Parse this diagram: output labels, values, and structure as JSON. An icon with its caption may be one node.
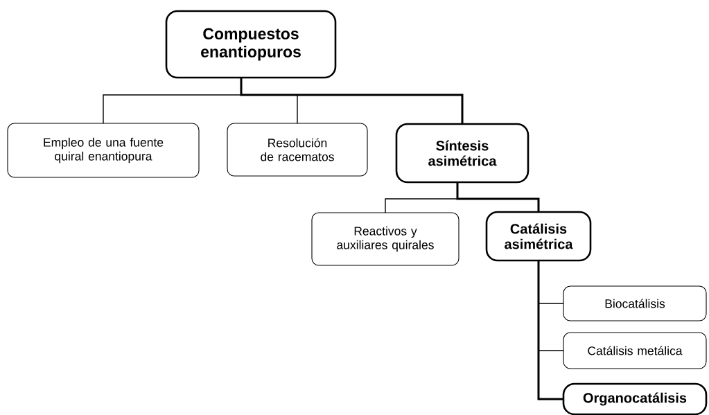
{
  "diagram": {
    "nodes": [
      {
        "text": [
          "Compuestos enantiopuros"
        ]
      },
      {
        "text": [
          "Empleo de una fuente quiral enantiopura"
        ]
      },
      {
        "text": [
          "Resolución de racematos"
        ]
      },
      {
        "text": [
          "Síntesis asimétrica"
        ]
      },
      {
        "text": [
          "Reactivos y auxiliares quirales"
        ]
      },
      {
        "text": [
          "Catálisis asimétrica"
        ]
      },
      {
        "text": [
          "Biocatálisis"
        ]
      },
      {
        "text": [
          "Catálisis metálica"
        ]
      },
      {
        "text": [
          "Organocatálisis"
        ]
      }
    ],
    "edges": [
      {
        "from": 0,
        "to": 1,
        "arrow": "none"
      },
      {
        "from": 0,
        "to": 2,
        "arrow": "none"
      },
      {
        "from": 0,
        "to": 3,
        "arrow": "none",
        "style": "thick"
      },
      {
        "from": 3,
        "to": 4,
        "arrow": "none"
      },
      {
        "from": 3,
        "to": 5,
        "arrow": "none",
        "style": "thick"
      },
      {
        "from": 5,
        "to": 6,
        "arrow": "none"
      },
      {
        "from": 5,
        "to": 7,
        "arrow": "none"
      },
      {
        "from": 5,
        "to": 8,
        "arrow": "none",
        "style": "thick"
      }
    ]
  }
}
